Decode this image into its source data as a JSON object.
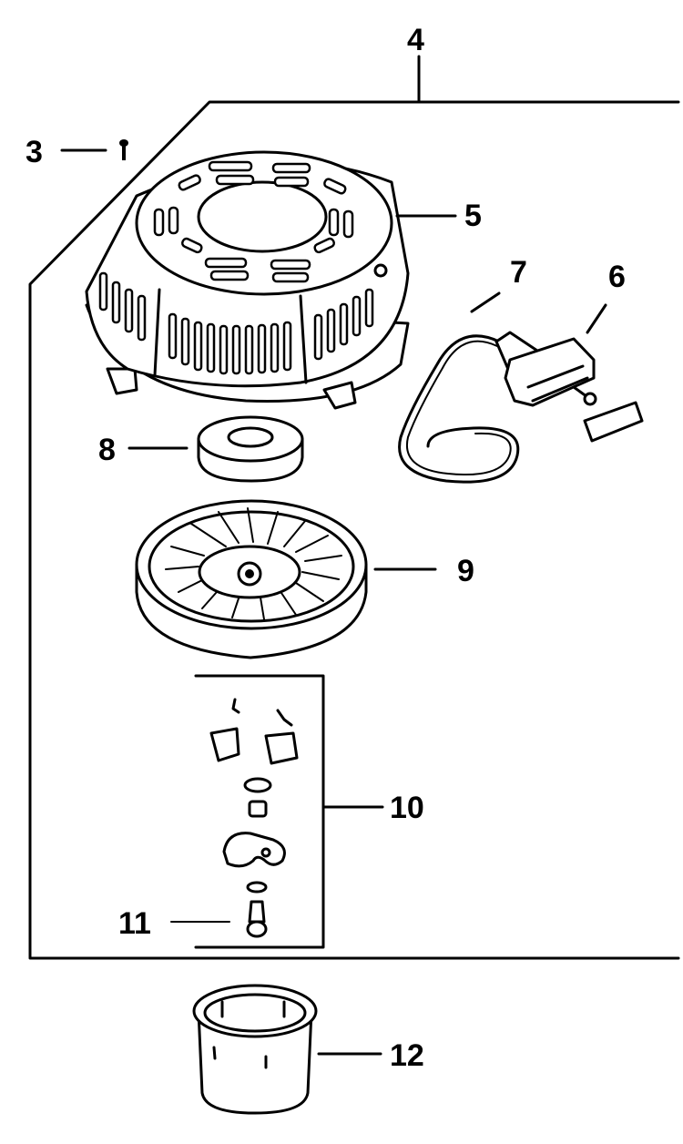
{
  "callouts": {
    "c3": "3",
    "c4": "4",
    "c5": "5",
    "c6": "6",
    "c7": "7",
    "c8": "8",
    "c9": "9",
    "c10": "10",
    "c11": "11",
    "c12": "12"
  },
  "parts": [
    {
      "id": "3",
      "shape": "screw"
    },
    {
      "id": "4",
      "shape": "assembly-bracket"
    },
    {
      "id": "5",
      "shape": "recoil-housing"
    },
    {
      "id": "6",
      "shape": "starter-handle"
    },
    {
      "id": "7",
      "shape": "starter-rope"
    },
    {
      "id": "8",
      "shape": "spring-washer"
    },
    {
      "id": "9",
      "shape": "rope-pulley"
    },
    {
      "id": "10",
      "shape": "ratchet-kit"
    },
    {
      "id": "11",
      "shape": "center-screw"
    },
    {
      "id": "12",
      "shape": "starter-cup"
    }
  ]
}
